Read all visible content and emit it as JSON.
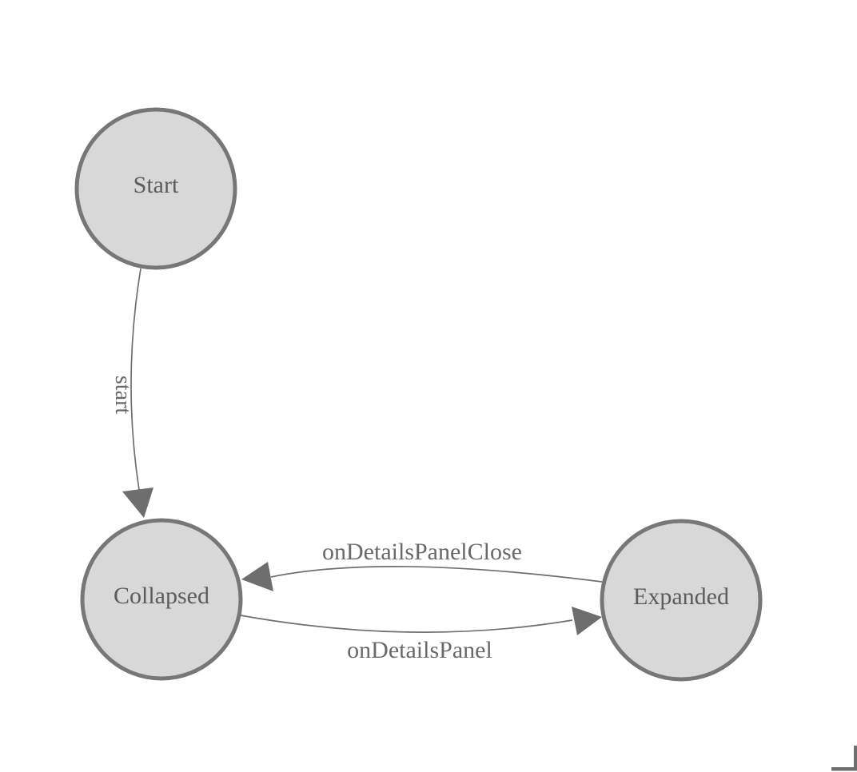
{
  "diagram": {
    "colors": {
      "background": "#ffffff",
      "node_fill": "#d8d8d8",
      "node_border": "#777777",
      "edge": "#6f6f6f",
      "arrowhead": "#6e6e6e",
      "node_text": "#5c5c5c",
      "edge_text": "#696969",
      "corner_mark": "#6f6f6f"
    },
    "nodes": [
      {
        "label": "Start"
      },
      {
        "label": "Collapsed"
      },
      {
        "label": "Expanded"
      }
    ],
    "edges": [
      {
        "from": "Start",
        "to": "Collapsed",
        "label": "start"
      },
      {
        "from": "Expanded",
        "to": "Collapsed",
        "label": "onDetailsPanelClose"
      },
      {
        "from": "Collapsed",
        "to": "Expanded",
        "label": "onDetailsPanel"
      }
    ]
  }
}
